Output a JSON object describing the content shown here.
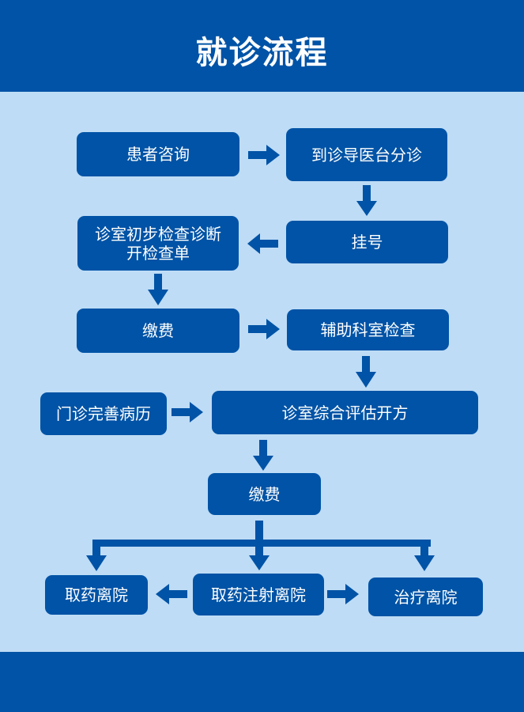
{
  "header": {
    "title": "就诊流程"
  },
  "colors": {
    "primary": "#0053a6",
    "background": "#bedcf6",
    "text": "#ffffff"
  },
  "nodes": {
    "consult": "患者咨询",
    "triage": "到诊导医台分诊",
    "register": "挂号",
    "initial_exam": "诊室初步检查诊断\n开检查单",
    "pay1": "缴费",
    "aux_exam": "辅助科室检查",
    "records": "门诊完善病历",
    "evaluate": "诊室综合评估开方",
    "pay2": "缴费",
    "take_med_leave": "取药离院",
    "injection_leave": "取药注射离院",
    "treatment_leave": "治疗离院"
  },
  "edges": [
    {
      "from": "consult",
      "to": "triage"
    },
    {
      "from": "triage",
      "to": "register"
    },
    {
      "from": "register",
      "to": "initial_exam"
    },
    {
      "from": "initial_exam",
      "to": "pay1"
    },
    {
      "from": "pay1",
      "to": "aux_exam"
    },
    {
      "from": "aux_exam",
      "to": "evaluate"
    },
    {
      "from": "records",
      "to": "evaluate"
    },
    {
      "from": "evaluate",
      "to": "pay2"
    },
    {
      "from": "pay2",
      "to": "take_med_leave"
    },
    {
      "from": "pay2",
      "to": "injection_leave"
    },
    {
      "from": "pay2",
      "to": "treatment_leave"
    },
    {
      "from": "injection_leave",
      "to": "take_med_leave"
    },
    {
      "from": "injection_leave",
      "to": "treatment_leave"
    }
  ]
}
